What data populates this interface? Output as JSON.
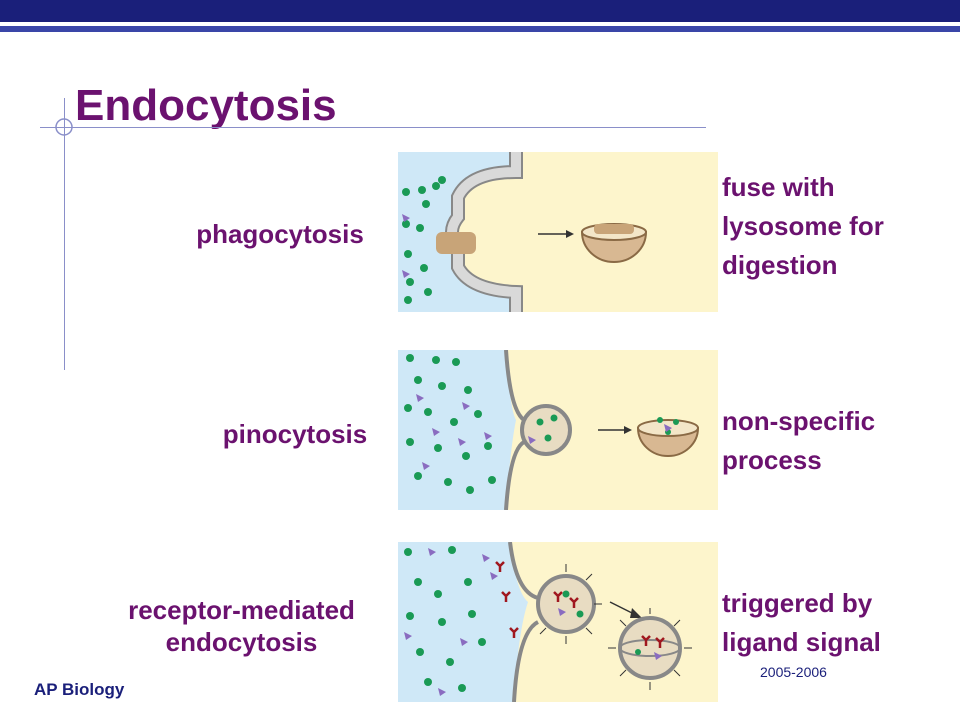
{
  "slide": {
    "title": "Endocytosis",
    "footer_course": "AP Biology",
    "footer_year": "2005-2006"
  },
  "rows": [
    {
      "label": "phagocytosis",
      "note": "fuse with\nlysosome for\ndigestion"
    },
    {
      "label": "pinocytosis",
      "note": "non-specific\nprocess"
    },
    {
      "label": "receptor-mediated\nendocytosis",
      "note": "triggered by\nligand signal"
    }
  ],
  "colors": {
    "title": "#6b126f",
    "header_bar": "#1a1f7a",
    "extracellular": "#cfe8f7",
    "cytoplasm": "#fdf5cc",
    "particle_dot": "#1a9a55",
    "particle_triangle": "#8a6cc0",
    "membrane": "#a9a9a9",
    "receptor": "#a0171f"
  }
}
